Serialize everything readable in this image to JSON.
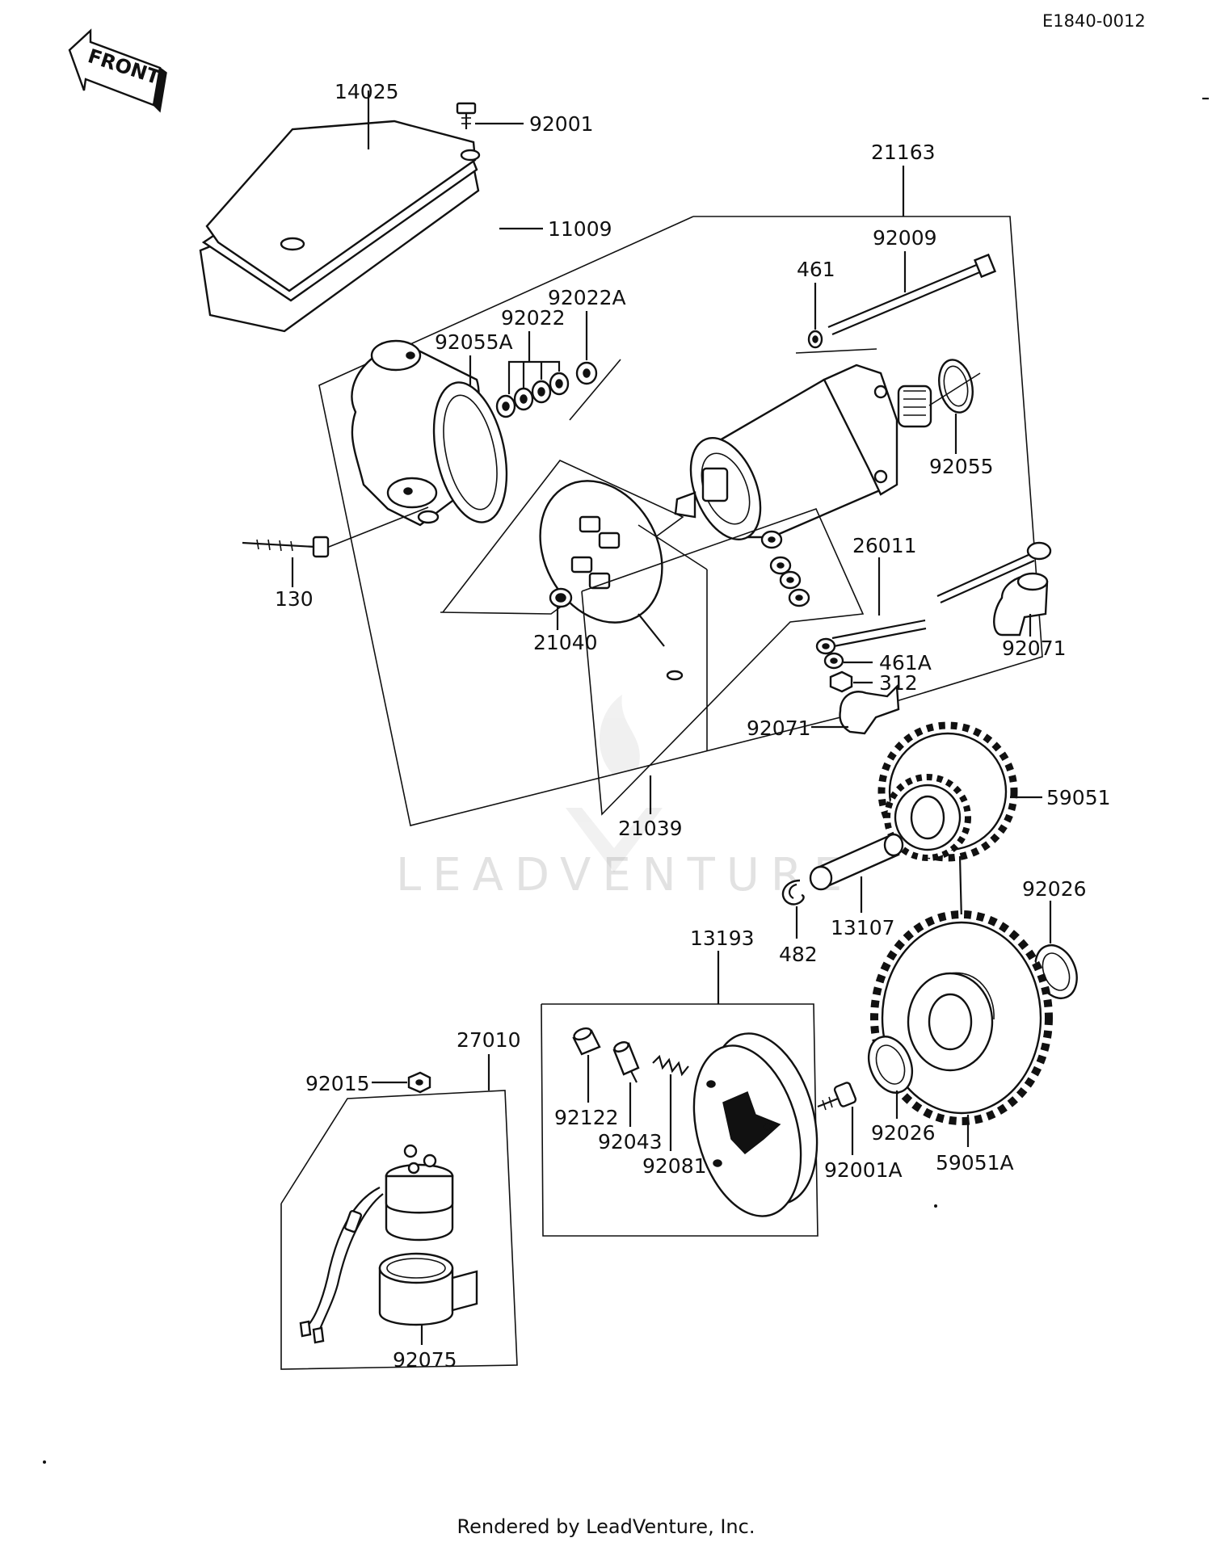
{
  "diagram_code": "E1840-0012",
  "front_label": "FRONT",
  "watermark": "LEADVENTURE",
  "footer": "Rendered by LeadVenture, Inc.",
  "callouts": {
    "p14025": "14025",
    "p92001": "92001",
    "p11009": "11009",
    "p21163": "21163",
    "p92009": "92009",
    "p461": "461",
    "p92022A": "92022A",
    "p92022": "92022",
    "p92055A": "92055A",
    "p92055": "92055",
    "p130": "130",
    "p21040": "21040",
    "p26011": "26011",
    "p461A": "461A",
    "p312": "312",
    "p92071a": "92071",
    "p92071b": "92071",
    "p21039": "21039",
    "p59051": "59051",
    "p13107": "13107",
    "p482": "482",
    "p92026a": "92026",
    "p13193": "13193",
    "p27010": "27010",
    "p92015": "92015",
    "p92122": "92122",
    "p92043": "92043",
    "p92081": "92081",
    "p92001A": "92001A",
    "p92026b": "92026",
    "p59051A": "59051A",
    "p92075": "92075"
  }
}
